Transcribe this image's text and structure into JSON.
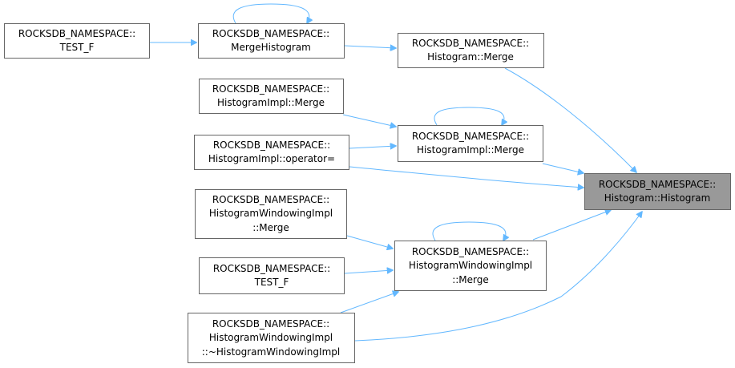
{
  "nodes": {
    "test_f_1": [
      "ROCKSDB_NAMESPACE::",
      "TEST_F"
    ],
    "merge_histogram": [
      "ROCKSDB_NAMESPACE::",
      "MergeHistogram"
    ],
    "histogram_merge": [
      "ROCKSDB_NAMESPACE::",
      "Histogram::Merge"
    ],
    "histimpl_merge_left": [
      "ROCKSDB_NAMESPACE::",
      "HistogramImpl::Merge"
    ],
    "histimpl_operator_eq": [
      "ROCKSDB_NAMESPACE::",
      "HistogramImpl::operator="
    ],
    "histimpl_merge": [
      "ROCKSDB_NAMESPACE::",
      "HistogramImpl::Merge"
    ],
    "histogram_histogram": [
      "ROCKSDB_NAMESPACE::",
      "Histogram::Histogram"
    ],
    "histwin_merge_left": [
      "ROCKSDB_NAMESPACE::",
      "HistogramWindowingImpl",
      "::Merge"
    ],
    "test_f_2": [
      "ROCKSDB_NAMESPACE::",
      "TEST_F"
    ],
    "histwin_destructor": [
      "ROCKSDB_NAMESPACE::",
      "HistogramWindowingImpl",
      "::~HistogramWindowingImpl"
    ],
    "histwin_merge": [
      "ROCKSDB_NAMESPACE::",
      "HistogramWindowingImpl",
      "::Merge"
    ]
  },
  "colors": {
    "edge": "#63b8ff",
    "target_fill": "#999999",
    "border": "#666666"
  }
}
